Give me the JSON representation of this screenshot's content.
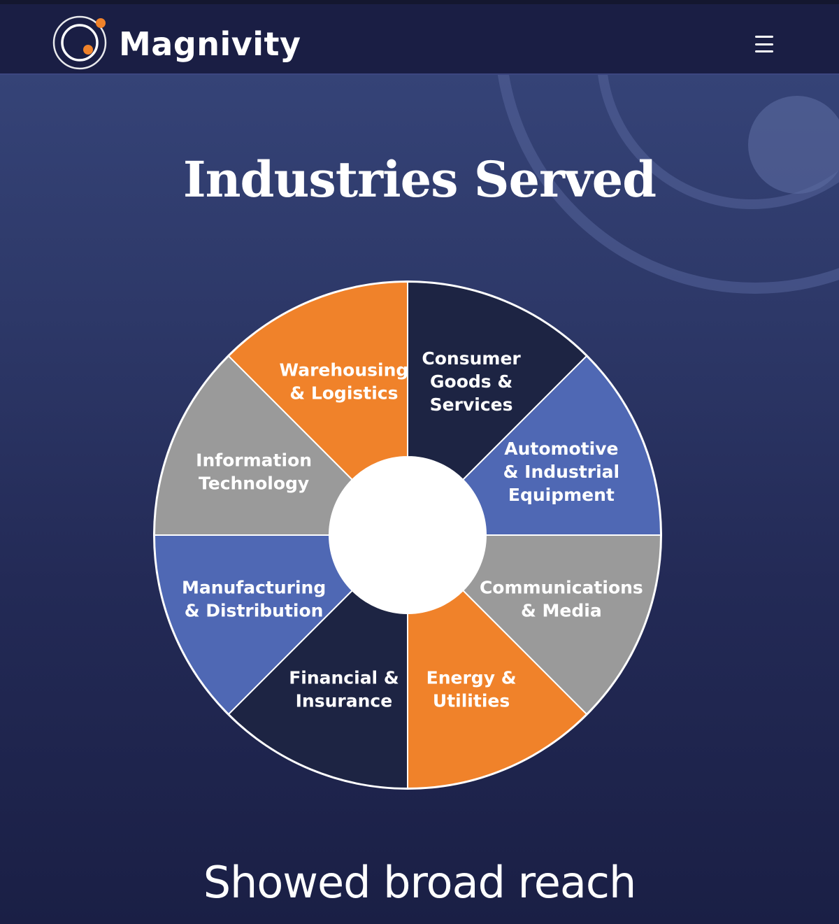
{
  "header": {
    "brand": "Magnivity",
    "menu_icon": "hamburger-menu-icon"
  },
  "hero": {
    "title": "Industries Served",
    "subtitle": "Showed broad reach"
  },
  "colors": {
    "orange": "#f0822a",
    "navy": "#1d2443",
    "blue": "#4f68b4",
    "gray": "#9a9a9a"
  },
  "industries": [
    {
      "lines": [
        "Consumer",
        "Goods &",
        "Services"
      ],
      "color": "#1d2443",
      "text_color": "#ffffff"
    },
    {
      "lines": [
        "Automotive",
        "& Industrial",
        "Equipment"
      ],
      "color": "#4f68b4",
      "text_color": "#ffffff"
    },
    {
      "lines": [
        "Communications",
        "& Media"
      ],
      "color": "#9a9a9a",
      "text_color": "#ffffff"
    },
    {
      "lines": [
        "Energy &",
        "Utilities"
      ],
      "color": "#f0822a",
      "text_color": "#ffffff"
    },
    {
      "lines": [
        "Financial &",
        "Insurance"
      ],
      "color": "#1d2443",
      "text_color": "#ffffff"
    },
    {
      "lines": [
        "Manufacturing",
        "& Distribution"
      ],
      "color": "#4f68b4",
      "text_color": "#ffffff"
    },
    {
      "lines": [
        "Information",
        "Technology"
      ],
      "color": "#9a9a9a",
      "text_color": "#ffffff"
    },
    {
      "lines": [
        "Warehousing",
        "& Logistics"
      ],
      "color": "#f0822a",
      "text_color": "#ffffff"
    }
  ]
}
